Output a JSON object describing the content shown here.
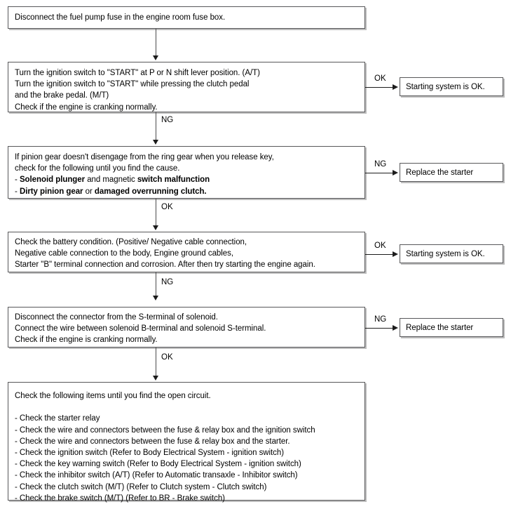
{
  "diagram": {
    "title": "Starting system troubleshooting flowchart",
    "colors": {
      "box_border": "#58585a",
      "box_shadow": "#bdbdbd",
      "connector": "#1c1c1c",
      "background": "#ffffff",
      "text": "#000000"
    },
    "steps": [
      {
        "id": "step-1",
        "name": "disconnect-fuel-pump-fuse",
        "lines": [
          "Disconnect the fuel pump fuse in the engine room fuse box."
        ]
      },
      {
        "id": "step-2",
        "name": "turn-ignition-switch-start",
        "lines": [
          "Turn the ignition switch to \"START\" at P or N shift lever position. (A/T)",
          "Turn the ignition switch to \"START\" while pressing the clutch pedal",
          "and the brake pedal. (M/T)",
          "Check if the engine is cranking normally."
        ]
      },
      {
        "id": "step-3",
        "name": "pinion-gear-disengage-check",
        "lines": [
          "If pinion gear doesn't disengage from the ring gear when you release key,",
          "check for the following until you find the cause.",
          "- <b>Solenoid plunger</b> and magnetic <b>switch malfunction</b>",
          "- <b>Dirty pinion gear</b> or <b>damaged overrunning clutch.</b>"
        ]
      },
      {
        "id": "step-4",
        "name": "check-battery-condition",
        "lines": [
          "Check the battery condition. (Positive/ Negative cable connection,",
          "Negative cable connection to the body, Engine ground cables,",
          "Starter \"B\" terminal connection and corrosion. After then try starting the engine again."
        ]
      },
      {
        "id": "step-5",
        "name": "solenoid-s-terminal-check",
        "lines": [
          "Disconnect the connector from the S-terminal of solenoid.",
          "Connect the wire between solenoid B-terminal and solenoid S-terminal.",
          "Check if the engine is cranking normally."
        ]
      },
      {
        "id": "step-6",
        "name": "open-circuit-checklist",
        "lines": [
          "Check the following items until you find the open circuit.",
          "",
          "- Check the starter relay",
          "- Check the wire and connectors between the fuse &amp; relay box and the ignition switch",
          "- Check the wire and connectors between the fuse &amp; relay box and the starter.",
          "- Check the ignition switch (Refer to Body Electrical System - ignition switch)",
          "- Check the key warning switch (Refer to Body Electrical System - ignition switch)",
          "- Check the inhibitor switch (A/T) (Refer to Automatic transaxle - Inhibitor switch)",
          "- Check the clutch switch (M/T) (Refer to Clutch system - Clutch switch)",
          "- Check the brake switch (M/T) (Refer to BR - Brake switch)"
        ]
      }
    ],
    "results": [
      {
        "id": "result-1",
        "name": "starting-system-ok-1",
        "label": "Starting system is OK."
      },
      {
        "id": "result-2",
        "name": "replace-the-starter-1",
        "label": "Replace the starter"
      },
      {
        "id": "result-3",
        "name": "starting-system-ok-2",
        "label": "Starting system is OK."
      },
      {
        "id": "result-4",
        "name": "replace-the-starter-2",
        "label": "Replace the starter"
      }
    ],
    "edge_labels": {
      "down_1_to_2": "",
      "down_2_to_3": "NG",
      "down_3_to_4": "OK",
      "down_4_to_5": "NG",
      "down_5_to_6": "OK",
      "branch_2_right": "OK",
      "branch_3_right": "NG",
      "branch_4_right": "OK",
      "branch_5_right": "NG"
    }
  }
}
